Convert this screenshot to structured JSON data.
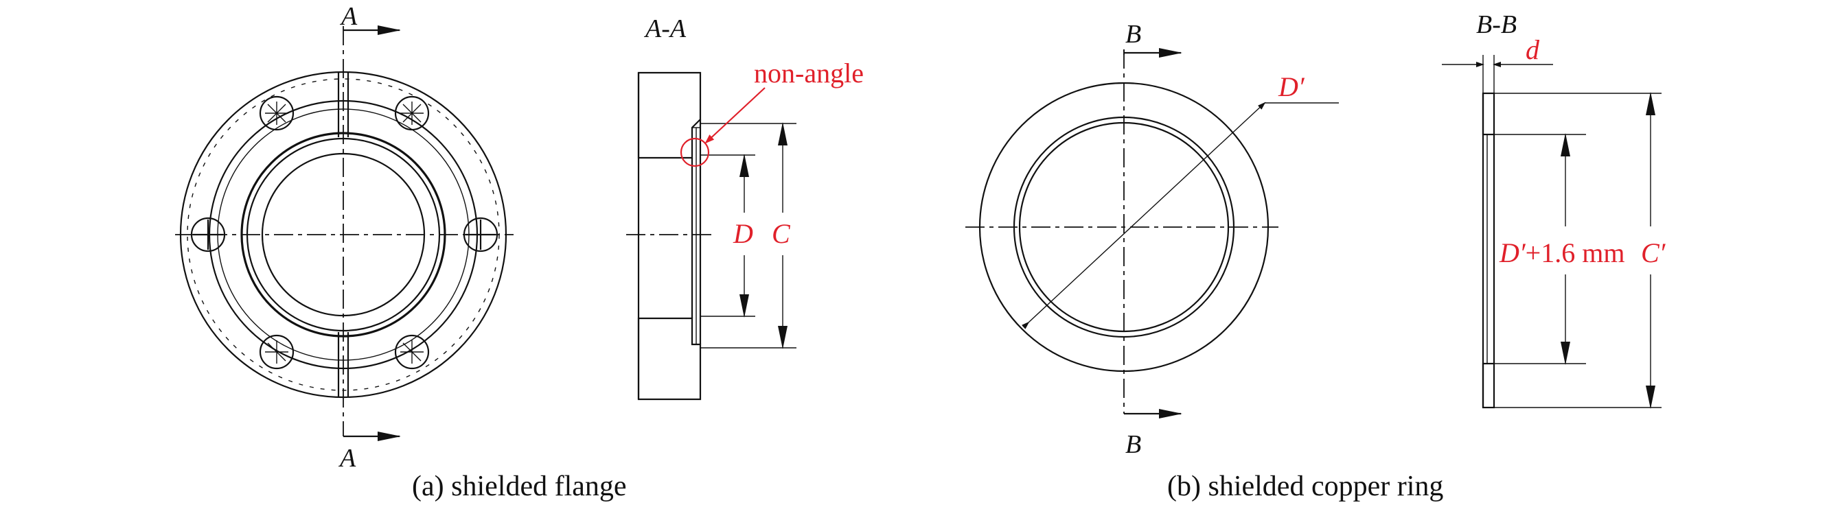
{
  "panel_a": {
    "section_mark": "A",
    "section_title": "A-A",
    "callout": "non-angle",
    "dim_inner": "D",
    "dim_outer": "C",
    "caption": "(a) shielded flange"
  },
  "panel_b": {
    "section_mark": "B",
    "section_title": "B-B",
    "dim_thickness": "d",
    "dim_diameter": "D′",
    "dim_inner_prefix": "D′",
    "dim_inner_suffix": "+1.6 mm",
    "dim_outer": "C′",
    "caption": "(b) shielded copper ring"
  },
  "colors": {
    "line": "#111111",
    "annotation": "#e0202a"
  }
}
